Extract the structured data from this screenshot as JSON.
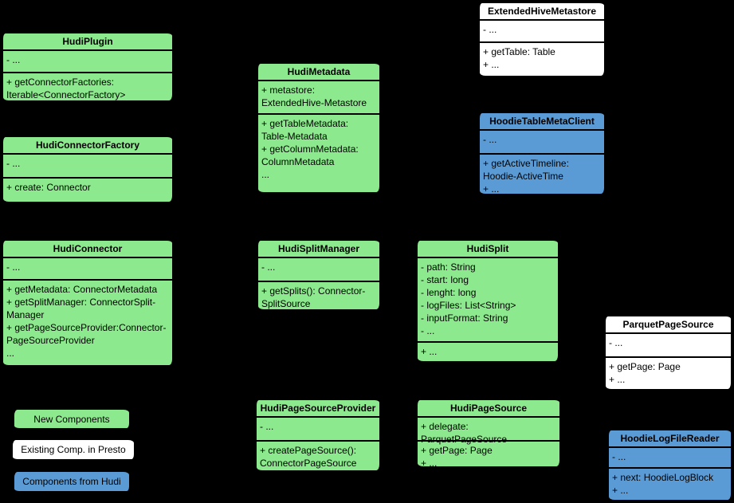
{
  "palette": {
    "background": "#000000",
    "green": "#8DE98D",
    "blue": "#5B9BD5",
    "white": "#FFFFFF",
    "border": "#000000",
    "text": "#000000"
  },
  "classes": {
    "hudiPlugin": {
      "title": "HudiPlugin",
      "attrs": [
        "- ..."
      ],
      "methods": [
        "+ getConnectorFactories: Iterable<ConnectorFactory>"
      ]
    },
    "hudiConnectorFactory": {
      "title": "HudiConnectorFactory",
      "attrs": [
        "- ..."
      ],
      "methods": [
        "+ create: Connector"
      ]
    },
    "hudiConnector": {
      "title": "HudiConnector",
      "attrs": [
        "- ..."
      ],
      "methods": [
        "+ getMetadata: ConnectorMetadata",
        "+ getSplitManager: ConnectorSplit-Manager",
        "+ getPageSourceProvider:Connector-PageSourceProvider",
        "..."
      ]
    },
    "hudiMetadata": {
      "title": "HudiMetadata",
      "attrs": [
        "+ metastore: ExtendedHive-Metastore"
      ],
      "methods": [
        "+ getTableMetadata: Table-Metadata",
        "+ getColumnMetadata: ColumnMetadata",
        "..."
      ]
    },
    "hudiSplitManager": {
      "title": "HudiSplitManager",
      "attrs": [
        "- ..."
      ],
      "methods": [
        "+ getSplits(): Connector-SplitSource"
      ]
    },
    "hudiSplit": {
      "title": "HudiSplit",
      "attrs": [
        "- path: String",
        "- start: long",
        "- lenght: long",
        "- logFiles: List<String>",
        "- inputFormat: String",
        "- ..."
      ],
      "methods": [
        "+ ..."
      ]
    },
    "extendedHiveMetastore": {
      "title": "ExtendedHiveMetastore",
      "attrs": [
        "- ..."
      ],
      "methods": [
        "+ getTable: Table",
        "+ ..."
      ]
    },
    "hoodieTableMetaClient": {
      "title": "HoodieTableMetaClient",
      "attrs": [
        "- ..."
      ],
      "methods": [
        "+ getActiveTimeline: Hoodie-ActiveTime",
        "+ ..."
      ]
    },
    "parquetPageSource": {
      "title": "ParquetPageSource",
      "attrs": [
        "- ..."
      ],
      "methods": [
        "+ getPage: Page",
        "+ ..."
      ]
    },
    "hudiPageSourceProvider": {
      "title": "HudiPageSourceProvider",
      "attrs": [
        "- ..."
      ],
      "methods": [
        "+ createPageSource(): ConnectorPageSource"
      ]
    },
    "hudiPageSource": {
      "title": "HudiPageSource",
      "attrs": [
        "+ delegate: ParquetPageSource"
      ],
      "methods": [
        "+ getPage: Page",
        "+ ..."
      ]
    },
    "hoodieLogFileReader": {
      "title": "HoodieLogFileReader",
      "attrs": [
        "- ..."
      ],
      "methods": [
        "+ next: HoodieLogBlock",
        "+ ..."
      ]
    }
  },
  "legend": {
    "new": "New Components",
    "presto": "Existing Comp. in Presto",
    "hudi": "Components from Hudi"
  }
}
